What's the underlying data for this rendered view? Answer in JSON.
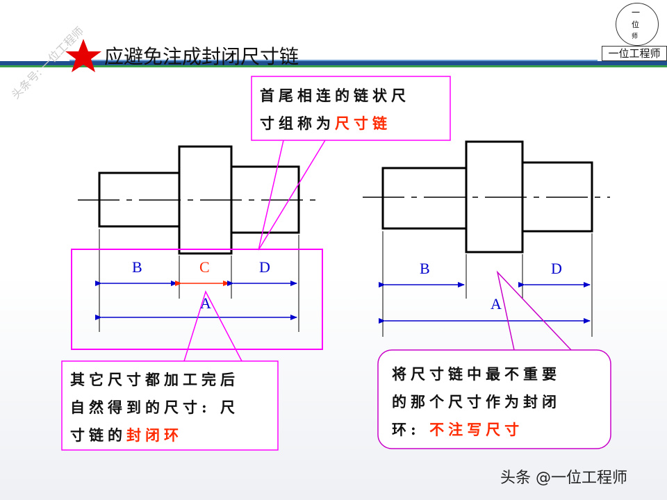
{
  "header": {
    "title": "应避免注成封闭尺寸链",
    "logo_text": "一位工程师",
    "logo_glyphs": [
      "一",
      "位",
      "师"
    ]
  },
  "watermarks": {
    "diagonal": "头条号: 一位工程师",
    "footer": "头条 @一位工程师"
  },
  "callouts": {
    "top": {
      "line1": "首尾相连的链状尺",
      "line2_plain": "寸组称为",
      "line2_red": "尺寸链"
    },
    "left": {
      "line1": "其它尺寸都加工完后",
      "line2": "自然得到的尺寸: 尺",
      "line3_plain": "寸链的",
      "line3_red": "封闭环"
    },
    "right": {
      "line1": "将尺寸链中最不重要",
      "line2": "的那个尺寸作为封闭",
      "line3_plain": "环:",
      "line3_red": "不注写尺寸"
    }
  },
  "left_drawing": {
    "labels": {
      "B": "B",
      "C": "C",
      "D": "D",
      "A": "A"
    }
  },
  "right_drawing": {
    "labels": {
      "B": "B",
      "D": "D",
      "A": "A"
    }
  },
  "colors": {
    "accent_red": "#ff2a00",
    "dim_blue": "#0000cc",
    "callout_magenta": "#ff00ff",
    "header_blue": "#1f4f8f",
    "header_green": "#3aa04a"
  }
}
